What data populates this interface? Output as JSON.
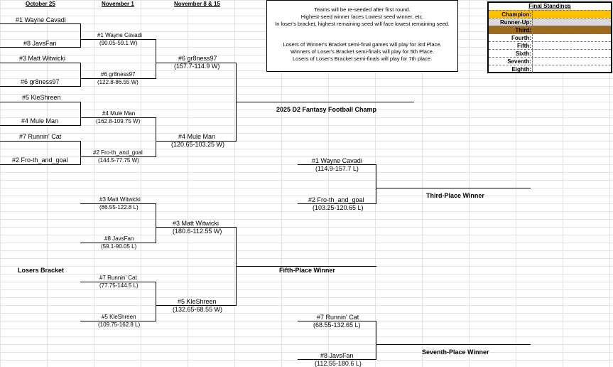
{
  "headers": [
    "October 25",
    "November 1",
    "November 8 & 15"
  ],
  "notes_top": [
    "Teams will be re-seeded after first round.",
    "Highest-seed winner faces Lowest seed winner, etc.",
    "In loser's bracket, highest remaining seed will face lowest remaining seed."
  ],
  "notes_bottom": [
    "Losers of Winner's Bracket semi-final games will play for 3rd Place.",
    "Winners of Loser's Bracket semi-finals will play for 5th Place.",
    "Losers of Loser's Bracket semi-finals will play for 7th place."
  ],
  "standings": {
    "title": "Final Standings",
    "rows": [
      {
        "label": "Champion:",
        "color": "#ffc000"
      },
      {
        "label": "Runner-Up:",
        "color": "#d9d9d9"
      },
      {
        "label": "Third:",
        "color": "#9c6b1e"
      },
      {
        "label": "Fourth:",
        "color": ""
      },
      {
        "label": "Fifth:",
        "color": ""
      },
      {
        "label": "Sixth:",
        "color": ""
      },
      {
        "label": "Seventh:",
        "color": ""
      },
      {
        "label": "Eighth:",
        "color": ""
      }
    ]
  },
  "round1": [
    "#1 Wayne Cavadi",
    "#8 JavsFan",
    "#3 Matt Witwicki",
    "#6 gr8ness97",
    "#5 KleShreen",
    "#4 Mule Man",
    "#7 Runnin' Cat",
    "#2 Fro-th_and_goal"
  ],
  "winners_r2": [
    {
      "name": "#1 Wayne Cavadi",
      "score": "(90.05-59.1 W)"
    },
    {
      "name": "#6 gr8ness97",
      "score": "(122.8-86.55 W)"
    },
    {
      "name": "#4 Mule Man",
      "score": "(162.8-109.75 W)"
    },
    {
      "name": "#2 Fro-th_and_goal",
      "score": "(144.5-77.75 W)"
    }
  ],
  "winners_semi": [
    {
      "name": "#6 gr8ness97",
      "score": "(157.7-114.9 W)"
    },
    {
      "name": "#4 Mule Man",
      "score": "(120.65-103.25 W)"
    }
  ],
  "champ_title": "2025 D2 Fantasy Football Champ",
  "third_place": [
    {
      "name": "#1 Wayne Cavadi",
      "score": "(114.9-157.7 L)"
    },
    {
      "name": "#2 Fro-th_and_goal",
      "score": "(103.25-120.65 L)"
    }
  ],
  "third_title": "Third-Place Winner",
  "losers_title": "Losers Bracket",
  "losers_r2": [
    {
      "name": "#3 Matt Witwicki",
      "score": "(86.55-122.8 L)"
    },
    {
      "name": "#8 JavsFan",
      "score": "(59.1-90.05 L)"
    },
    {
      "name": "#7 Runnin' Cat",
      "score": "(77.75-144.5 L)"
    },
    {
      "name": "#5 KleShreen",
      "score": "(109.75-162.8 L)"
    }
  ],
  "losers_semi": [
    {
      "name": "#3 Matt Witwicki",
      "score": "(180.6-112.55 W)"
    },
    {
      "name": "#5 KleShreen",
      "score": "(132.65-68.55 W)"
    }
  ],
  "fifth_title": "Fifth-Place Winner",
  "seventh_place": [
    {
      "name": "#7 Runnin' Cat",
      "score": "(68.55-132.65 L)"
    },
    {
      "name": "#8 JavsFan",
      "score": "(112.55-180.6 L)"
    }
  ],
  "seventh_title": "Seventh-Place Winner"
}
